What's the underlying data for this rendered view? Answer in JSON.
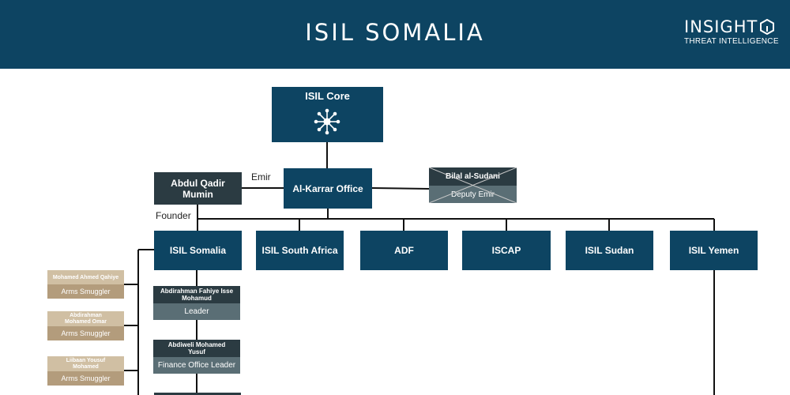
{
  "header": {
    "title": "ISIL SOMALIA",
    "brand_name": "INSIGHT",
    "brand_sub": "THREAT INTELLIGENCE",
    "brand_icon": "hexagon-logo-icon"
  },
  "colors": {
    "primary": "#0d4462",
    "dark": "#2b3b42",
    "tan_light": "#d0bfa3",
    "tan_dark": "#b39c7c",
    "slate": "#5a6e75"
  },
  "nodes": {
    "core": "ISIL Core",
    "alkarrar": "Al-Karrar Office",
    "abdul": "Abdul Qadir Mumin",
    "bilal_name": "Bilal al-Sudani",
    "bilal_role": "Deputy Emir",
    "isil_somalia": "ISIL Somalia",
    "south_africa": "ISIL South Africa",
    "adf": "ADF",
    "iscap": "ISCAP",
    "sudan": "ISIL Sudan",
    "yemen": "ISIL Yemen"
  },
  "relations": {
    "emir": "Emir",
    "founder": "Founder"
  },
  "leaders": [
    {
      "name": "Abdirahman Fahiye Isse Mohamud",
      "role": "Leader"
    },
    {
      "name": "Abdiweli Mohamed Yusuf",
      "role": "Finance Office Leader"
    }
  ],
  "smugglers": [
    {
      "name": "Mohamed Ahmed Qahiye",
      "role": "Arms Smuggler"
    },
    {
      "name": "Abdirahman Mohamed Omar",
      "role": "Arms Smuggler"
    },
    {
      "name": "Liibaan Yousuf Mohamed",
      "role": "Arms Smuggler"
    }
  ]
}
